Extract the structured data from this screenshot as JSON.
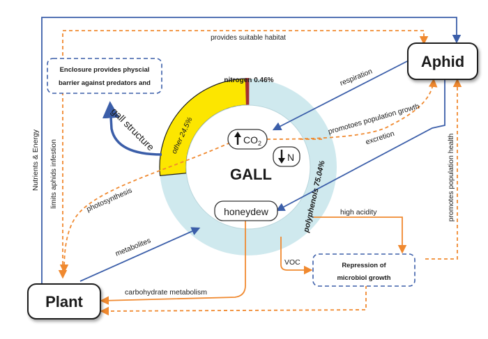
{
  "nodes": {
    "aphid": "Aphid",
    "plant": "Plant",
    "gall": "GALL",
    "enclosure_line1": "Enclosure provides physcial",
    "enclosure_line2": "barrier against predators and",
    "repression_line1": "Repression of",
    "repression_line2": "microbiol growth",
    "co2": "CO",
    "co2_sub": "2",
    "n": "N",
    "honeydew": "honeydew"
  },
  "ring_segments": {
    "nitrogen": "nitrogen 0.46%",
    "other": "other 24.5%",
    "polyphenols": "polyphenols 75.04%"
  },
  "ring_data": [
    {
      "name": "polyphenols",
      "percent": 75.04,
      "color": "#cfe9ee"
    },
    {
      "name": "other",
      "percent": 24.5,
      "color": "#fce600"
    },
    {
      "name": "nitrogen",
      "percent": 0.46,
      "color": "#a33030"
    }
  ],
  "edges": {
    "provides_suitable_habitat": "provides suitable habitat",
    "respiration": "respiration",
    "promotes_population_growth": "promotoes population growth",
    "excretion": "excretion",
    "gall_structure": "gall structure",
    "photosynthesis": "photosynthesis",
    "metabolites": "metabolites",
    "carbohydrate_metabolism": "carbohydrate metabolism",
    "high_acidity": "high acidity",
    "voc": "VOC",
    "nutrients_energy": "Nutrients & Energy",
    "limits_aphids_infestion": "limits aphids infestion",
    "promotes_population_health": "promotes population health"
  },
  "colors": {
    "blue": "#3b5ea9",
    "orange": "#f0892f",
    "ring_light": "#cfe9ee",
    "yellow": "#fce600",
    "dark_red": "#a33030"
  }
}
